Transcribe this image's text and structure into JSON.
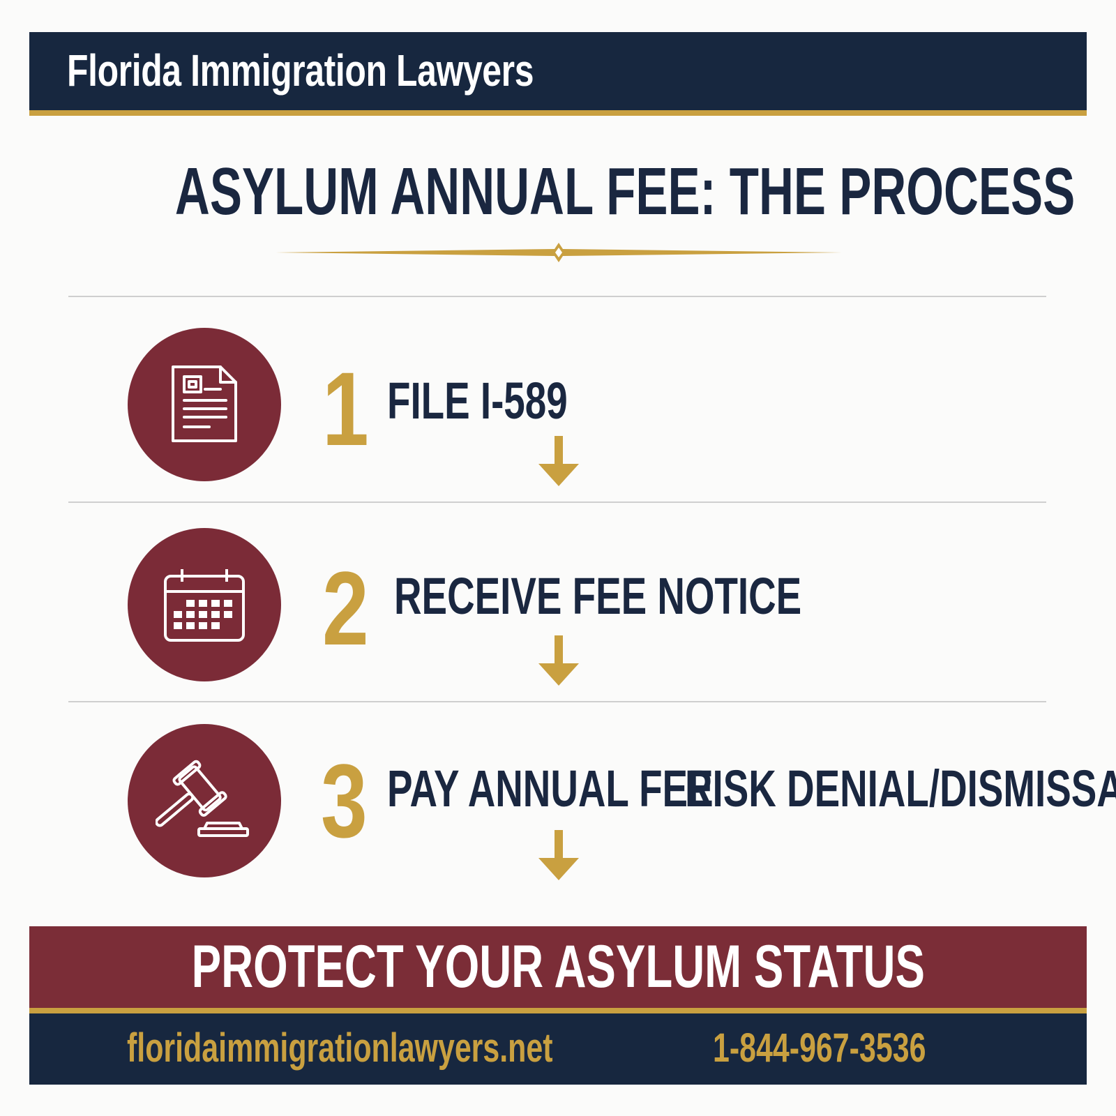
{
  "header": {
    "brand": "Florida Immigration Lawyers"
  },
  "title": "ASYLUM ANNUAL FEE: THE PROCESS",
  "steps": [
    {
      "number": "1",
      "label": "FILE I-589",
      "icon": "document-icon"
    },
    {
      "number": "2",
      "label": "RECEIVE FEE NOTICE",
      "icon": "calendar-icon"
    },
    {
      "number": "3",
      "label": "PAY ANNUAL FEE",
      "extra": "RISK DENIAL/DISMISSAL",
      "icon": "gavel-icon"
    }
  ],
  "banner": "PROTECT YOUR ASYLUM STATUS",
  "footer": {
    "website": "floridaimmigrationlawyers.net",
    "phone": "1-844-967-3536"
  },
  "colors": {
    "navy": "#17273f",
    "gold": "#c9a040",
    "maroon": "#7b2b37"
  }
}
